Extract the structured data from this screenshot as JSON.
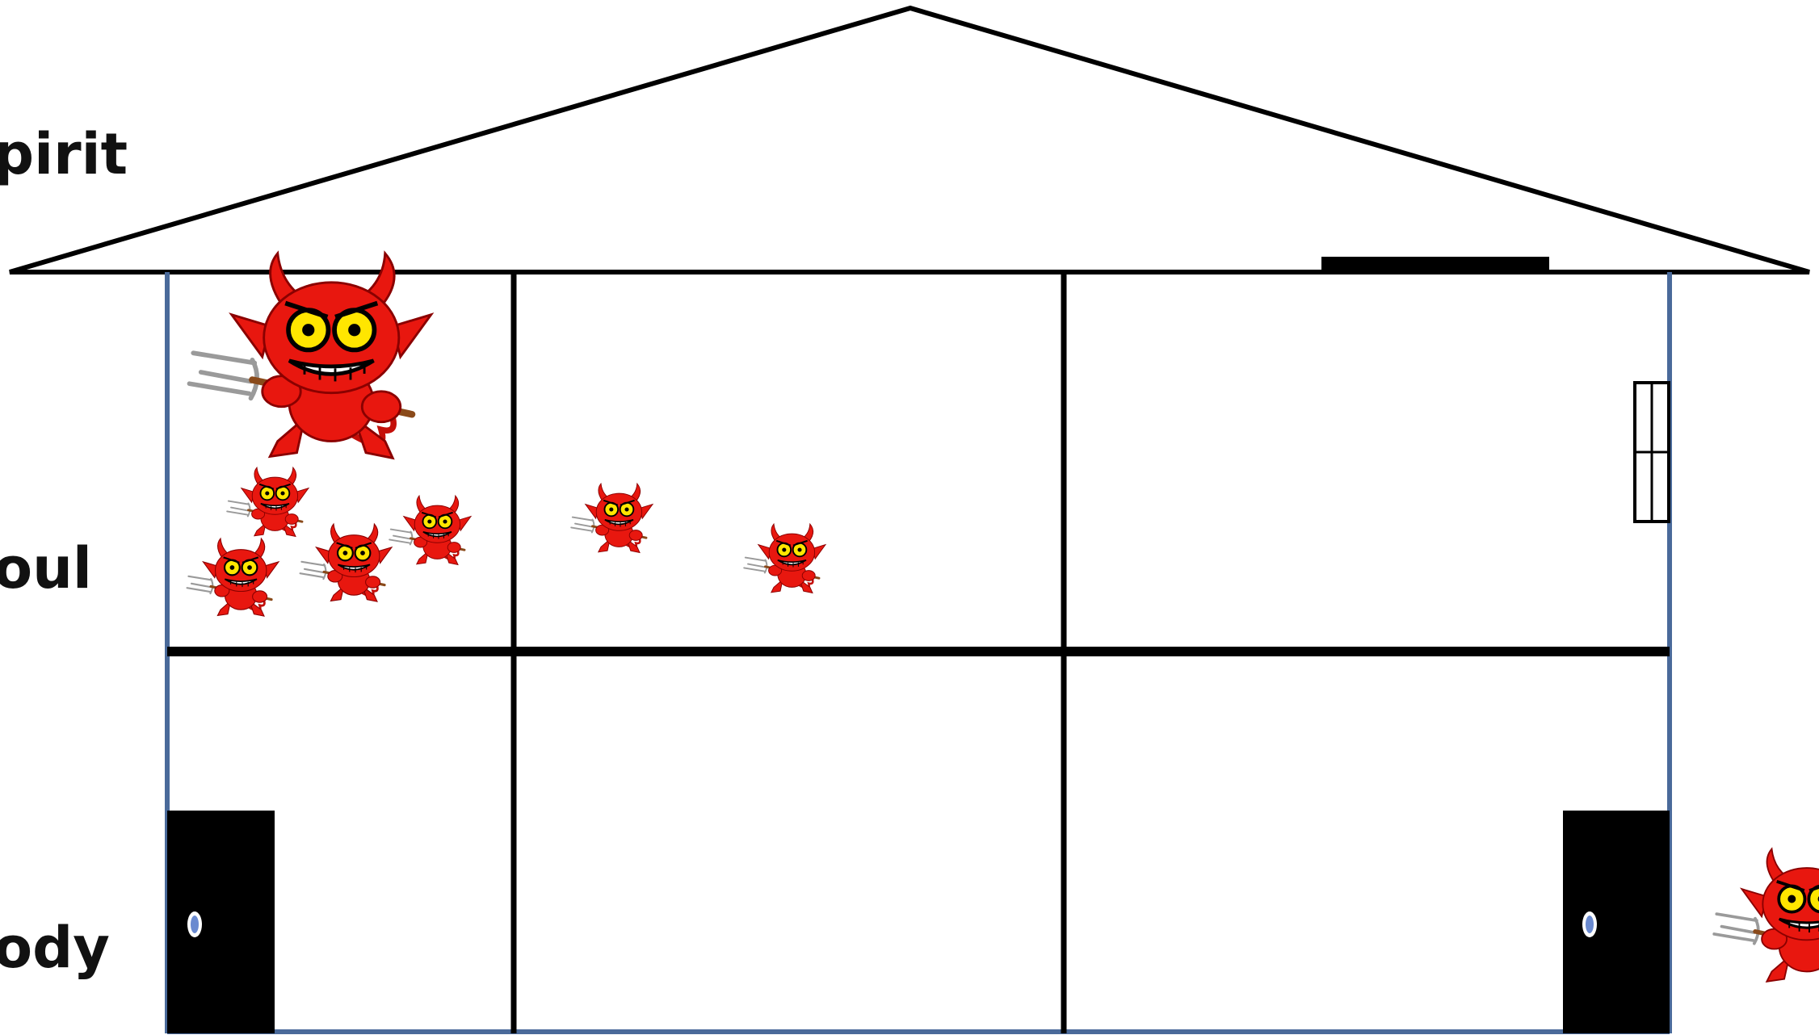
{
  "labels": {
    "spirit": "pirit",
    "soul": "oul",
    "body": "ody"
  },
  "colors": {
    "devil_red": "#e8170f",
    "devil_dark": "#8a0000",
    "wall_blue": "#4a6a9a",
    "line_black": "#000000",
    "eye_yellow": "#ffe600",
    "pitchfork_gray": "#9a9a9a"
  },
  "icons": {
    "devil": "devil-with-pitchfork-icon",
    "door": "door-icon",
    "window": "window-icon"
  }
}
